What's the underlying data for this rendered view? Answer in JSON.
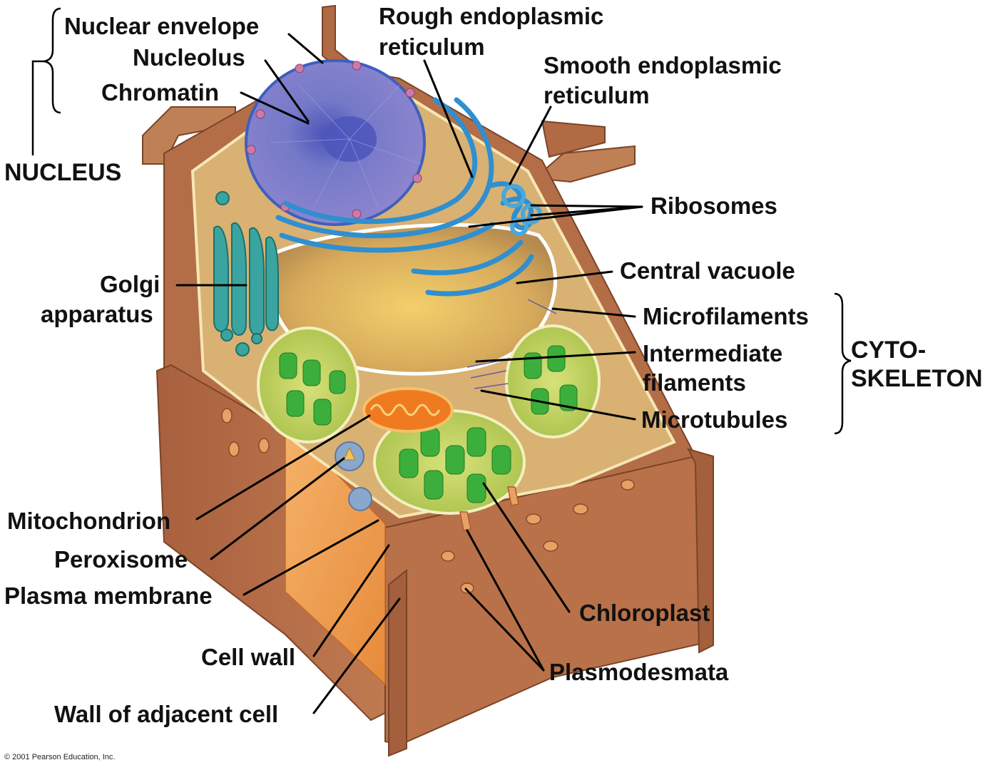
{
  "labels": {
    "nuclear_envelope": "Nuclear envelope",
    "nucleolus": "Nucleolus",
    "chromatin": "Chromatin",
    "nucleus": "NUCLEUS",
    "rough_er_1": "Rough endoplasmic",
    "rough_er_2": "reticulum",
    "smooth_er_1": "Smooth endoplasmic",
    "smooth_er_2": "reticulum",
    "ribosomes": "Ribosomes",
    "central_vacuole": "Central vacuole",
    "golgi_1": "Golgi",
    "golgi_2": "apparatus",
    "microfilaments": "Microfilaments",
    "intermediate_1": "Intermediate",
    "intermediate_2": "filaments",
    "microtubules": "Microtubules",
    "cytoskeleton_1": "CYTO-",
    "cytoskeleton_2": "SKELETON",
    "mitochondrion": "Mitochondrion",
    "peroxisome": "Peroxisome",
    "plasma_membrane": "Plasma membrane",
    "cell_wall": "Cell wall",
    "wall_adjacent": "Wall of adjacent cell",
    "chloroplast": "Chloroplast",
    "plasmodesmata": "Plasmodesmata"
  },
  "copyright": "© 2001 Pearson Education, Inc.",
  "colors": {
    "cell_wall": "#b06a44",
    "cell_wall_light": "#c98458",
    "cytoplasm": "#d9b273",
    "nucleus": "#6f74c6",
    "er": "#2f8fd0",
    "vacuole": "#d9a84a",
    "golgi": "#3aa5a0",
    "chloroplast": "#3cae3c",
    "chloroplast_outer": "#b8cc5a",
    "mitochondrion": "#f07a20",
    "peroxisome": "#8aa8cc"
  }
}
